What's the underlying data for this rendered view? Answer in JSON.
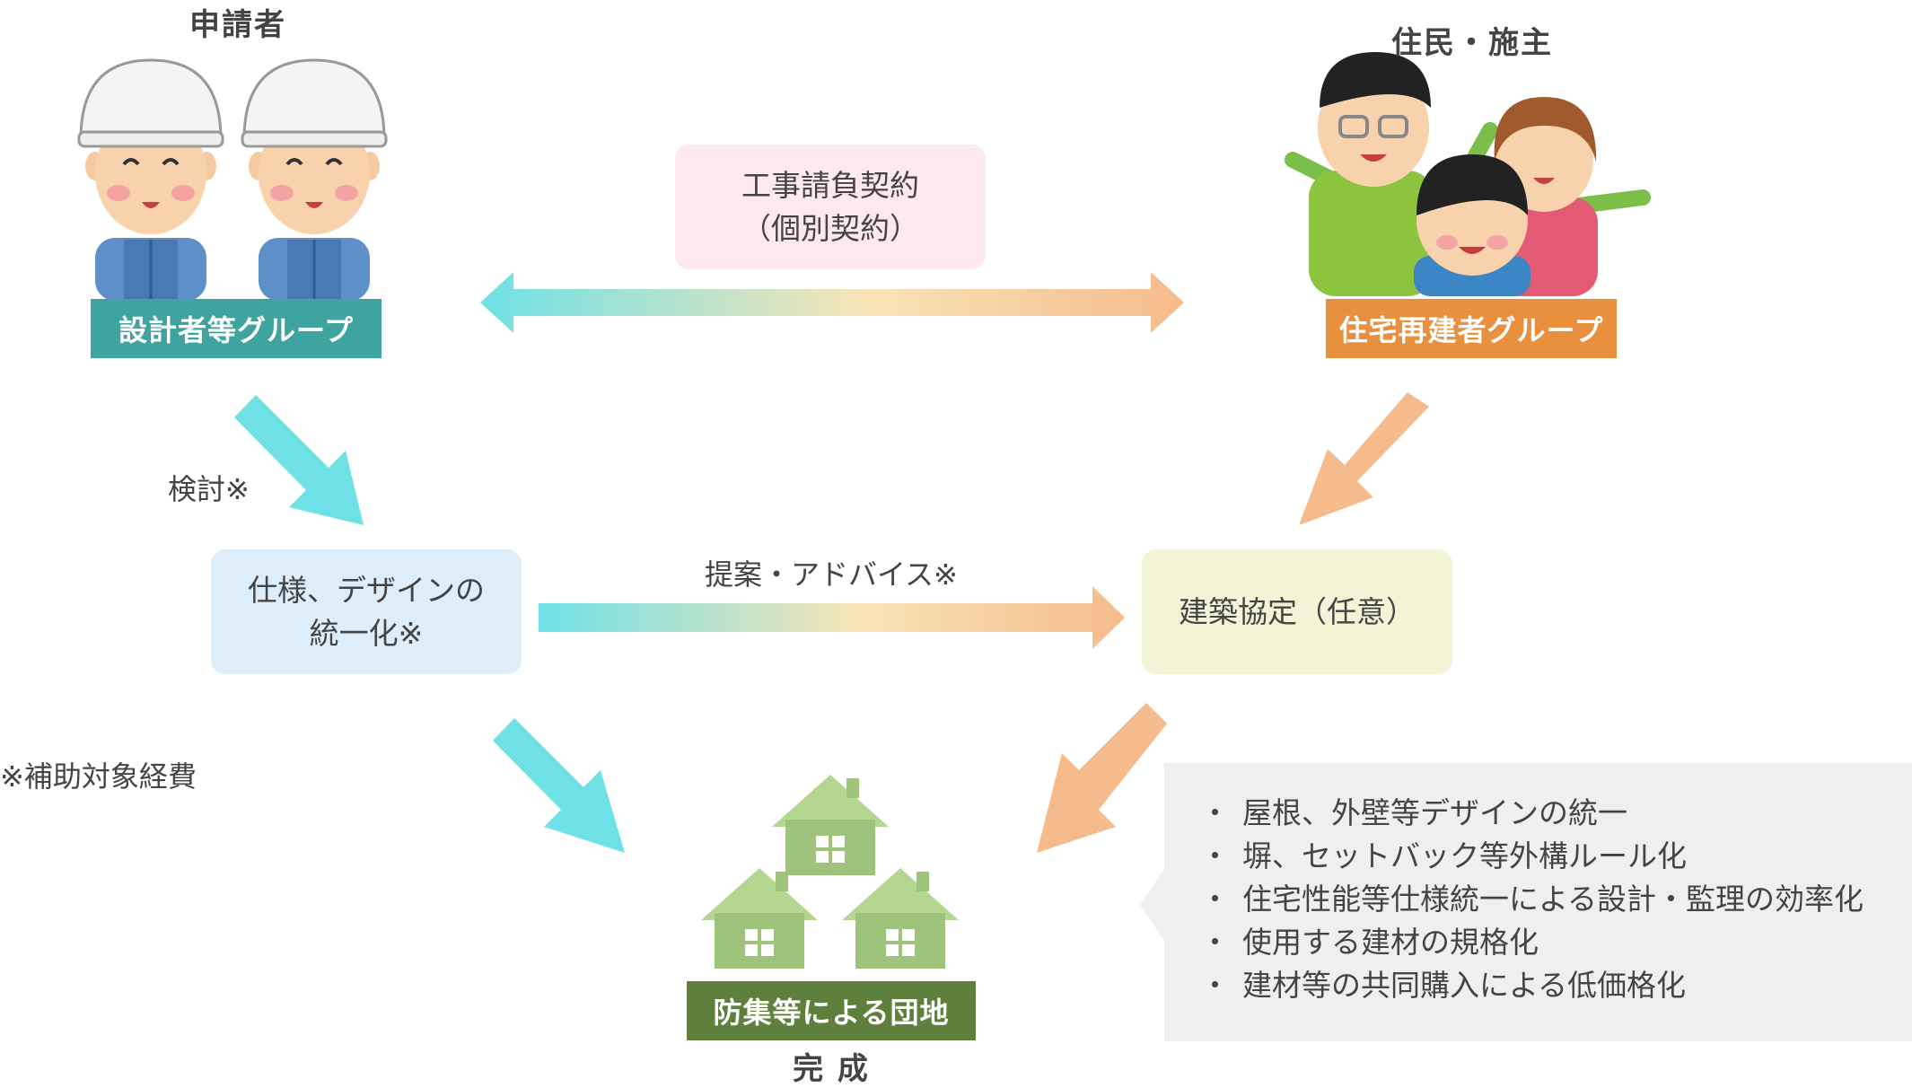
{
  "applicant": {
    "heading": "申請者",
    "group_label": "設計者等グループ",
    "color": "#3fa3a0"
  },
  "residents": {
    "heading": "住民・施主",
    "group_label": "住宅再建者グループ",
    "color": "#e8903e"
  },
  "contract_box": {
    "text": "工事請負契約\n（個別契約）",
    "color": "#fde8ee"
  },
  "spec_box": {
    "text": "仕様、デザインの\n統一化※",
    "color": "#ddeefa"
  },
  "agreement_box": {
    "text": "建築協定（任意）",
    "color": "#f3f3d6"
  },
  "label_review": "検討※",
  "label_proposal": "提案・アドバイス※",
  "footnote": "※補助対象経費",
  "completion": {
    "group_label": "防集等による団地",
    "caption": "完 成",
    "color": "#5f7f3d"
  },
  "benefits": [
    "屋根、外壁等デザインの統一",
    "塀、セットバック等外構ルール化",
    "住宅性能等仕様統一による設計・監理の効率化",
    "使用する建材の規格化",
    "建材等の共同購入による低価格化"
  ],
  "colors": {
    "cyan_arrow": "#6ee0e6",
    "orange_arrow": "#f5bb8c",
    "callout_bg": "#efefef",
    "house_green": "#9dc47a"
  }
}
